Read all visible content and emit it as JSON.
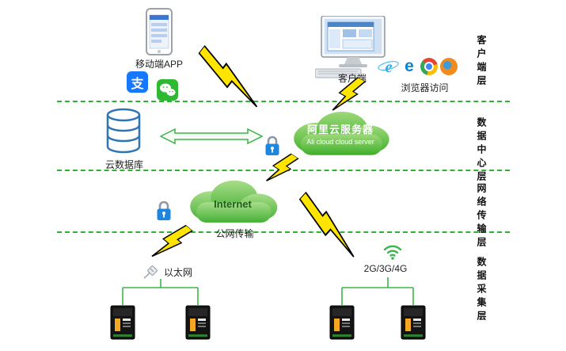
{
  "diagram": {
    "layer_labels": [
      "客户端层",
      "数据中心层",
      "网络传输层",
      "数据采集层"
    ],
    "client": {
      "mobile_app": "移动端APP",
      "client_pc": "客户端",
      "browser_access": "浏览器访问"
    },
    "datacenter": {
      "cloud_db": "云数据库",
      "ali_cloud_cn": "阿里云服务器",
      "ali_cloud_en": "Ali cloud  cloud server"
    },
    "network": {
      "internet": "Internet",
      "public_transmission": "公网传输"
    },
    "acquisition": {
      "ethernet": "以太网",
      "cellular": "2G/3G/4G"
    },
    "icon_chars": {
      "alipay": "支",
      "ie": "e",
      "edge": "e"
    },
    "colors": {
      "cloud_green_light": "#9ed97b",
      "cloud_green_dark": "#3fae2a",
      "dashed_line_green": "#2eb135",
      "connector_green": "#3bb54a",
      "lightning_yellow": "#ffe400",
      "lock_blue": "#1f86e0",
      "database_blue": "#2f75b5",
      "alipay_blue": "#1677ff",
      "wechat_green": "#2fb832"
    }
  }
}
